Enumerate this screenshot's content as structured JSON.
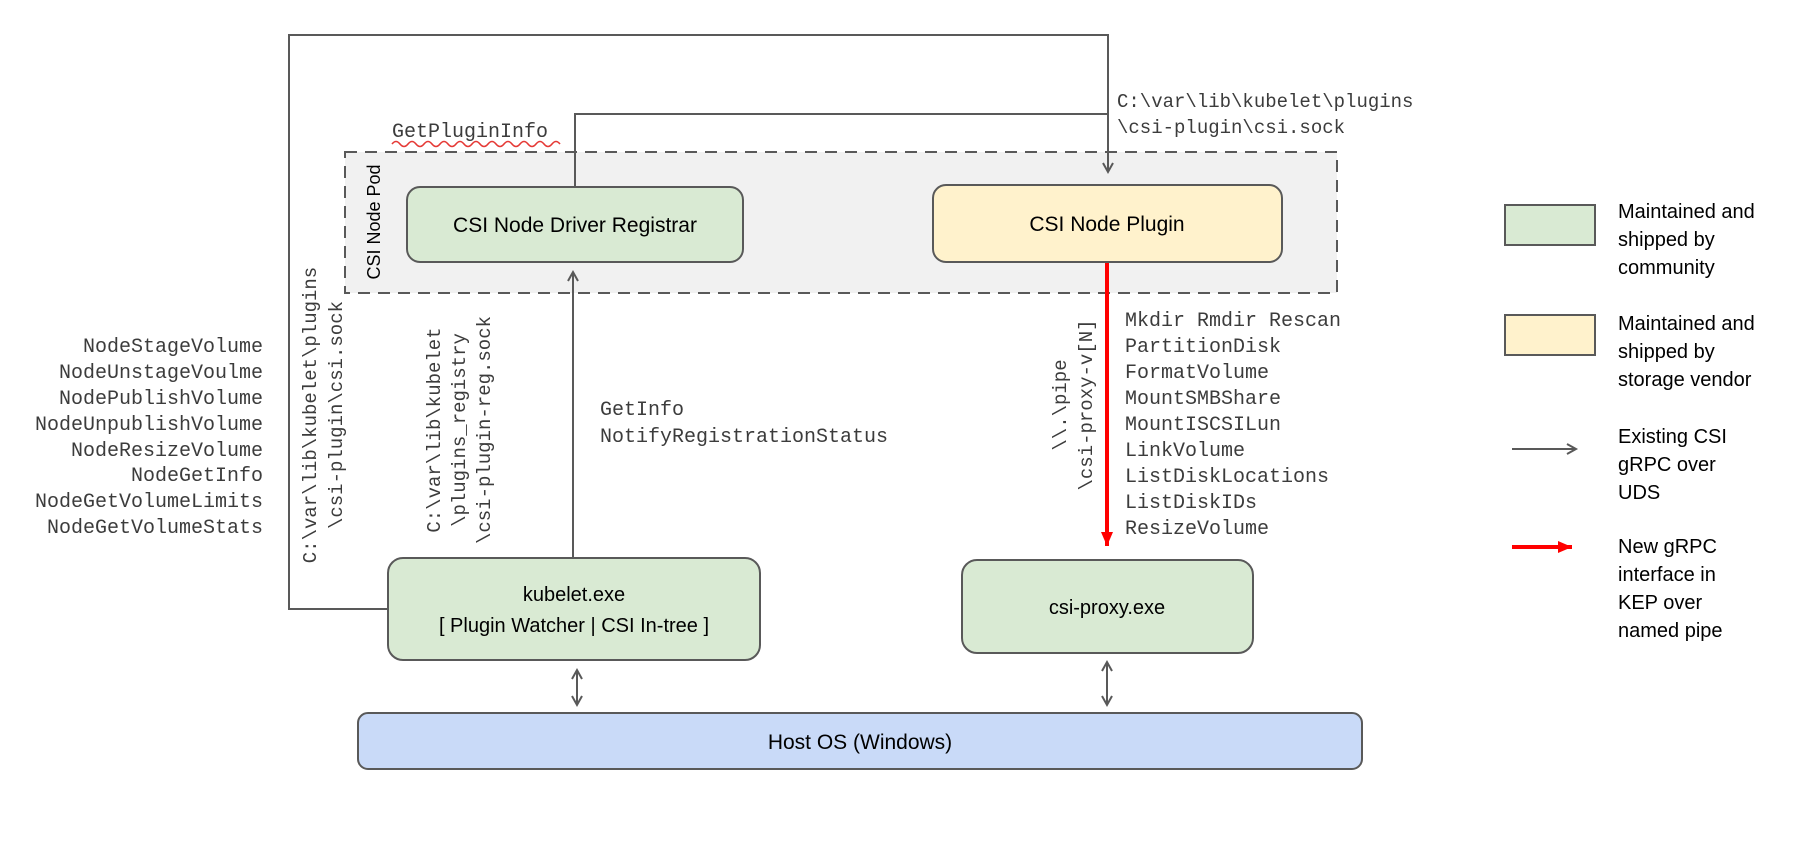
{
  "diagram": {
    "pod_label": "CSI Node Pod",
    "boxes": {
      "registrar": "CSI Node Driver Registrar",
      "plugin": "CSI Node Plugin",
      "kubelet_line1": "kubelet.exe",
      "kubelet_line2": "[ Plugin Watcher | CSI In-tree ]",
      "proxy": "csi-proxy.exe",
      "host": "Host OS (Windows)"
    },
    "labels": {
      "get_plugin_info": "GetPluginInfo",
      "csi_sock_h1": "C:\\var\\lib\\kubelet\\plugins",
      "csi_sock_h2": "\\csi-plugin\\csi.sock",
      "csi_sock_v1": "C:\\var\\lib\\kubelet\\plugins",
      "csi_sock_v2": "\\csi-plugin\\csi.sock",
      "reg_sock_v1": "C:\\var\\lib\\kubelet",
      "reg_sock_v2": "\\plugins_registry",
      "reg_sock_v3": "\\csi-plugin-reg.sock",
      "pipe_v1": "\\\\.\\pipe",
      "pipe_v2": "\\csi-proxy-v[N]",
      "get_info": "GetInfo",
      "notify": "NotifyRegistrationStatus"
    },
    "node_api": [
      "NodeStageVolume",
      "NodeUnstageVoulme",
      "NodePublishVolume",
      "NodeUnpublishVolume",
      "NodeResizeVolume",
      "NodeGetInfo",
      "NodeGetVolumeLimits",
      "NodeGetVolumeStats"
    ],
    "proxy_api": [
      "Mkdir Rmdir Rescan",
      "PartitionDisk",
      "FormatVolume",
      "MountSMBShare",
      "MountISCSILun",
      "LinkVolume",
      "ListDiskLocations",
      "ListDiskIDs",
      "ResizeVolume"
    ]
  },
  "legend": {
    "items": [
      {
        "swatch": "community-green-box",
        "lines": [
          "Maintained and",
          "shipped by",
          "community"
        ]
      },
      {
        "swatch": "vendor-yellow-box",
        "lines": [
          "Maintained and",
          "shipped by",
          "storage vendor"
        ]
      },
      {
        "swatch": "gray-arrow",
        "lines": [
          "Existing CSI",
          "gRPC over",
          "UDS"
        ]
      },
      {
        "swatch": "red-arrow",
        "lines": [
          "New gRPC",
          "interface in",
          "KEP over",
          "named pipe"
        ]
      }
    ]
  },
  "colors": {
    "community_green": "#d9ead3",
    "vendor_yellow": "#fff2cc",
    "host_blue": "#c9daf8",
    "pod_gray": "#f1f1f1",
    "line_gray": "#595959",
    "new_grpc_red": "#ff0000"
  }
}
